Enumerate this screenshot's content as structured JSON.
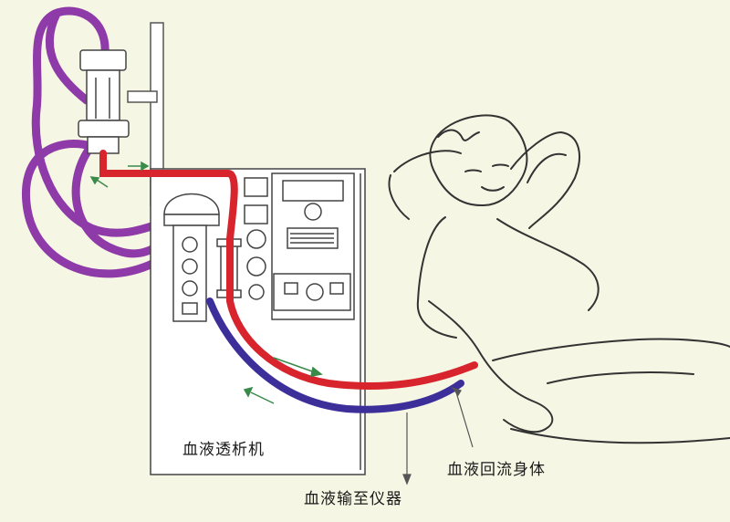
{
  "labels": {
    "machine": "血液透析机",
    "return_to_body": "血液回流身体",
    "to_device": "血液输至仪器"
  },
  "colors": {
    "background": "#f6f6e4",
    "arterial": "#d8242c",
    "venous": "#3c2f9a",
    "dialyzer_tube": "#8e3aa8",
    "outline": "#333333",
    "arrow_green": "#3a8a4a"
  }
}
